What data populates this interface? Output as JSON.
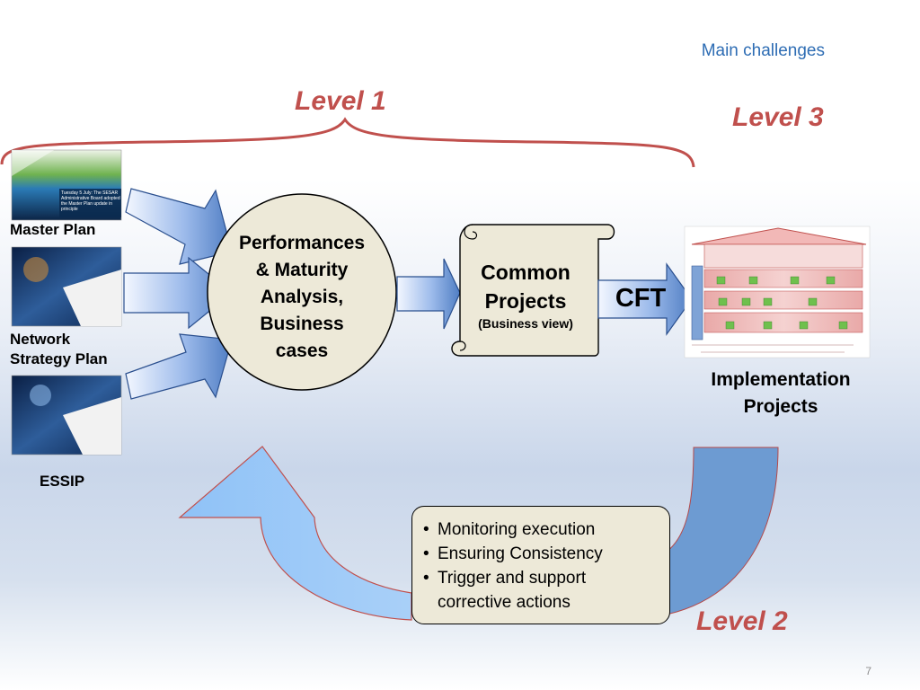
{
  "header": {
    "title": "Main challenges"
  },
  "levels": {
    "level1": "Level 1",
    "level2": "Level 2",
    "level3": "Level 3"
  },
  "documents": [
    {
      "label": "Master Plan",
      "cover_text": "Tuesday 5 July: The SESAR Administrative Board adopted the Master Plan update in principle"
    },
    {
      "label_line1": "Network",
      "label_line2": "Strategy Plan"
    },
    {
      "label": "ESSIP"
    }
  ],
  "analysis": {
    "line1": "Performances",
    "line2": "& Maturity",
    "line3": "Analysis,",
    "line4": "Business",
    "line5": "cases"
  },
  "common_projects": {
    "line1": "Common",
    "line2": "Projects",
    "subtitle": "(Business view)"
  },
  "cft": {
    "label": "CFT"
  },
  "implementation": {
    "line1": "Implementation",
    "line2": "Projects"
  },
  "monitoring": {
    "items": [
      "Monitoring execution",
      "Ensuring Consistency",
      "Trigger and support corrective actions"
    ]
  },
  "page_number": "7",
  "colors": {
    "accent_red": "#c0504d",
    "header_blue": "#2e6db4",
    "arrow_light": "#eef4ff",
    "arrow_dark": "#5c87c9",
    "node_fill": "#ede9d8"
  }
}
